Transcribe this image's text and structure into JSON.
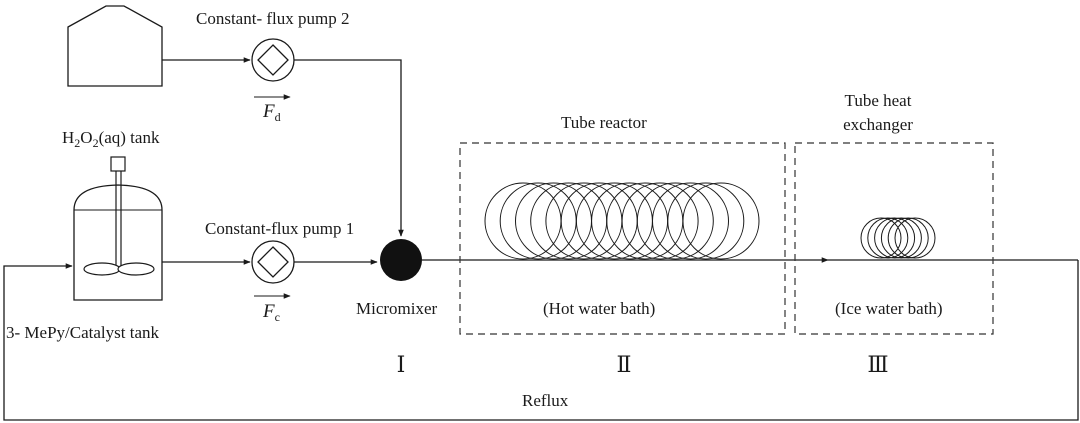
{
  "labels": {
    "pump2": "Constant- flux pump 2",
    "fd_symbol": "F",
    "fd_sub": "d",
    "h2o2_prefix": "H",
    "h2o2_sub1": "2",
    "h2o2_mid": "O",
    "h2o2_sub2": "2",
    "h2o2_suffix": "(aq) tank",
    "tube_reactor": "Tube reactor",
    "heat_exchanger_line1": "Tube heat",
    "heat_exchanger_line2": "exchanger",
    "pump1": "Constant-flux pump 1",
    "micromixer": "Micromixer",
    "hot_bath": "(Hot water bath)",
    "ice_bath": "(Ice water bath)",
    "fc_symbol": "F",
    "fc_sub": "c",
    "catalyst_tank": "3- MePy/Catalyst tank",
    "stage1": "Ⅰ",
    "stage2": "Ⅱ",
    "stage3": "Ⅲ",
    "reflux": "Reflux"
  },
  "colors": {
    "line": "#1a1a1a",
    "mixer_fill": "#111111",
    "background": "#ffffff"
  }
}
